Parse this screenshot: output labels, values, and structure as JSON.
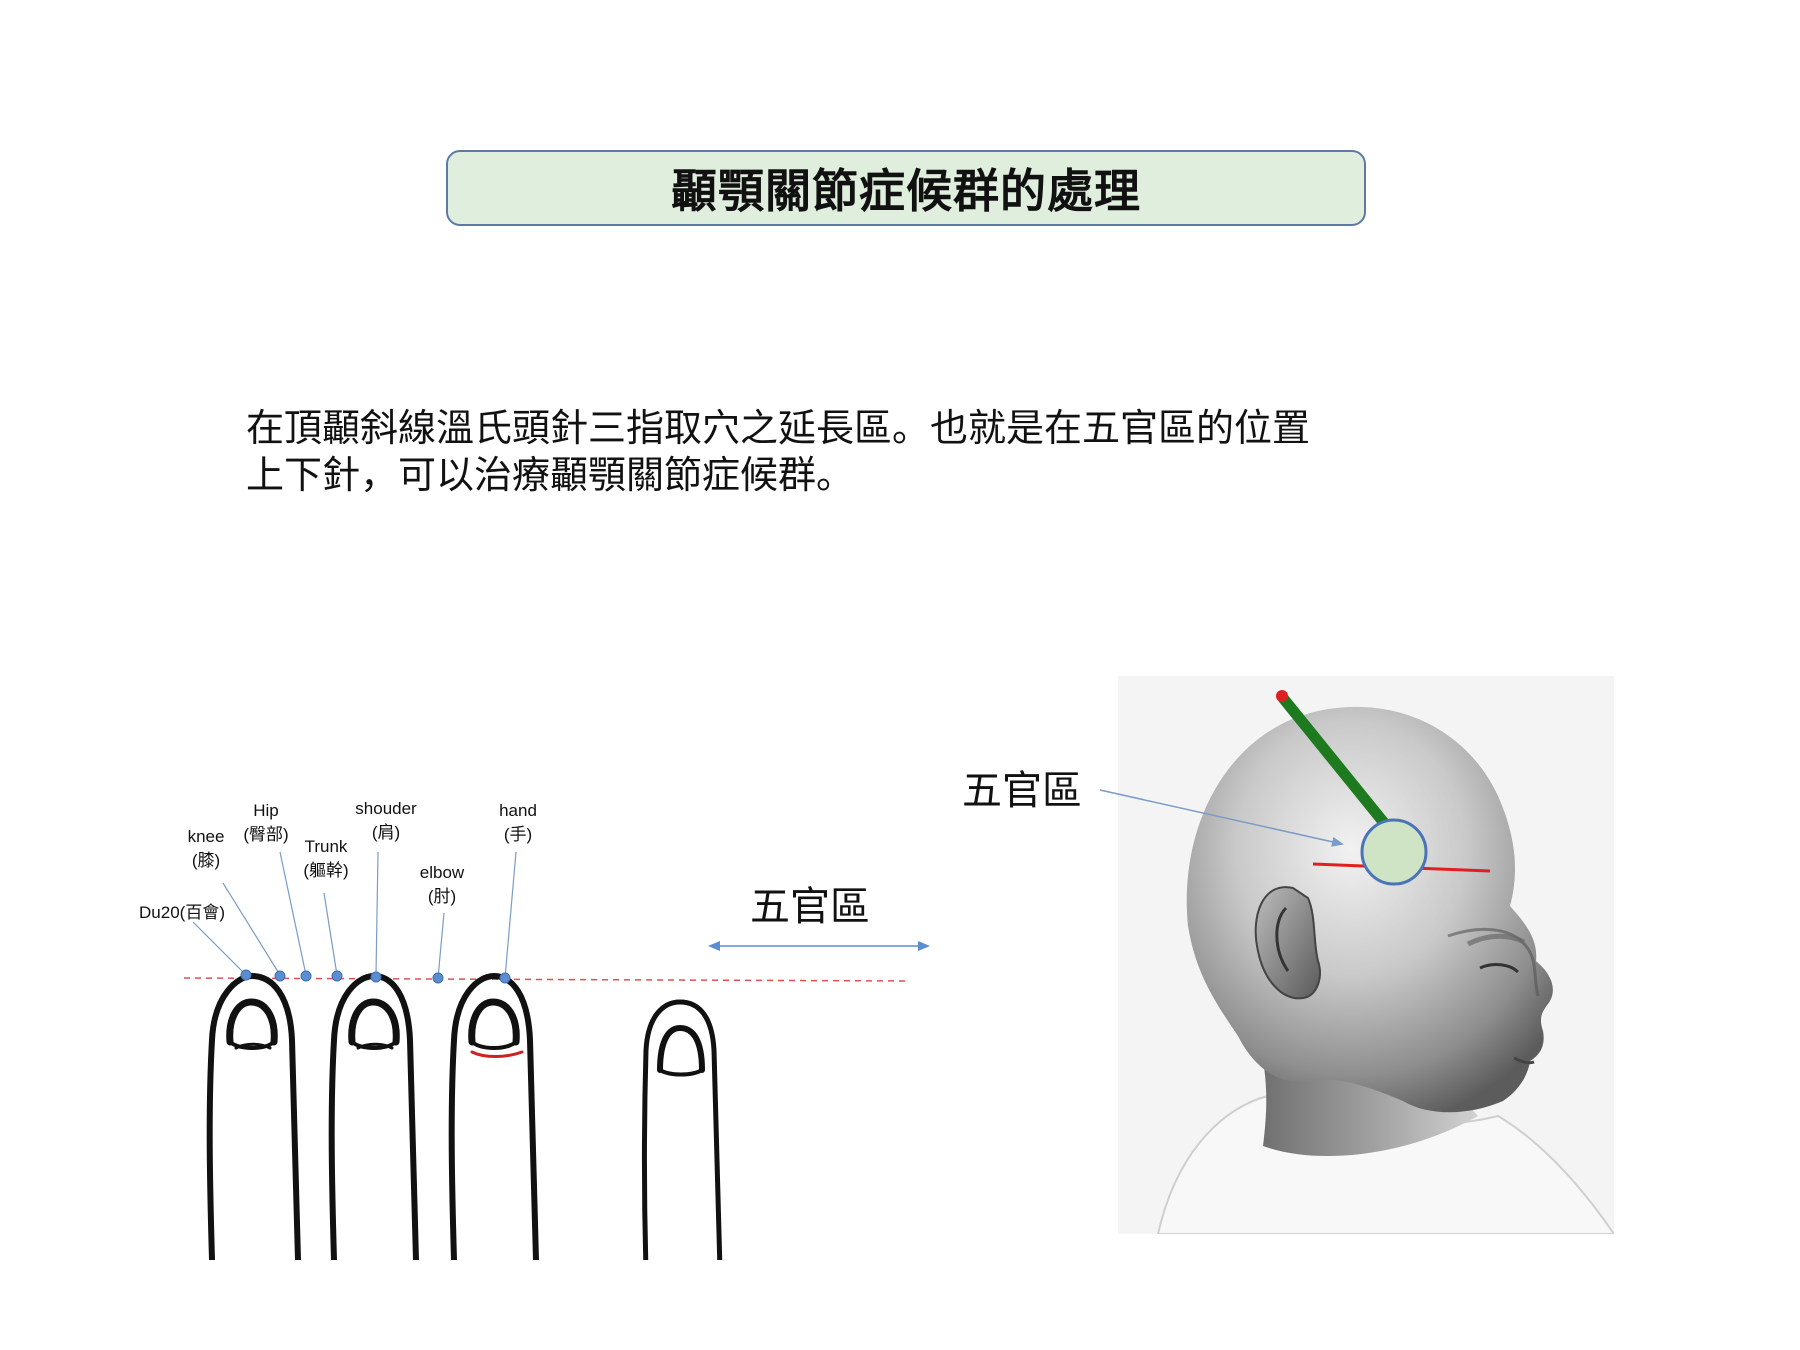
{
  "title": "顳顎關節症候群的處理",
  "description": {
    "line1": "在頂顳斜線溫氏頭針三指取穴之延長區。也就是在五官區的位置",
    "line2": "上下針，可以治療顳顎關節症候群。"
  },
  "finger_diagram": {
    "points": [
      {
        "label": "Du20(百會)"
      },
      {
        "label_en": "knee",
        "label_zh": "(膝)"
      },
      {
        "label_en": "Hip",
        "label_zh": "(臀部)"
      },
      {
        "label_en": "Trunk",
        "label_zh": "(軀幹)"
      },
      {
        "label_en": "shouder",
        "label_zh": "(肩)"
      },
      {
        "label_en": "elbow",
        "label_zh": "(肘)"
      },
      {
        "label_en": "hand",
        "label_zh": "(手)"
      }
    ],
    "extension_label": "五官區",
    "colors": {
      "dot": "#5b8ed0",
      "baseline": "#e05050",
      "leader": "#7a9cc6",
      "arrow": "#5b8ed0",
      "nail_accent": "#cc2222"
    }
  },
  "head_diagram": {
    "label": "五官區",
    "colors": {
      "green_line": "#1e7a1e",
      "zone_fill": "#cfe3c5",
      "red_line": "#e02020",
      "arrow": "#7a9cc6"
    }
  }
}
